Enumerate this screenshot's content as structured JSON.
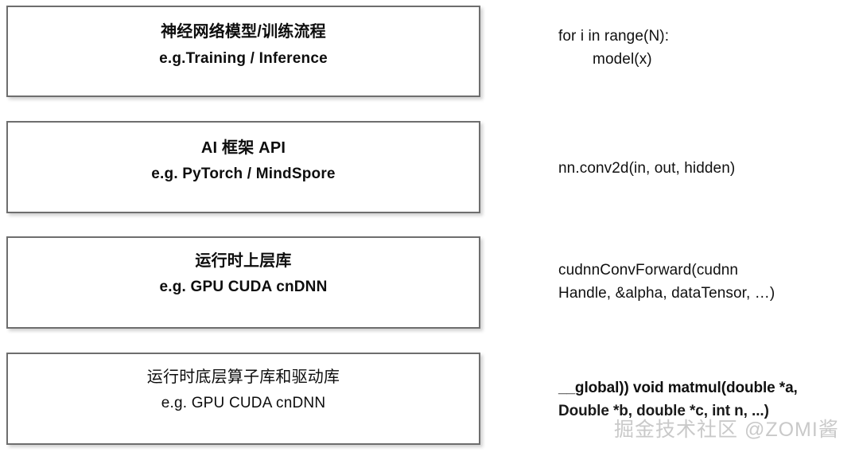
{
  "page": {
    "background_color": "#ffffff",
    "text_color": "#0d0d0d",
    "box_border_color": "#6e6e6e",
    "watermark_color": "#c9c9c9"
  },
  "layers": [
    {
      "title": "神经网络模型/训练流程",
      "subtitle": "e.g.Training / Inference",
      "emphasis": "bold",
      "code": [
        "for i in range(N):",
        "        model(x)"
      ]
    },
    {
      "title": "AI 框架 API",
      "subtitle": "e.g. PyTorch / MindSpore",
      "emphasis": "bold",
      "code": [
        "nn.conv2d(in, out, hidden)"
      ]
    },
    {
      "title": "运行时上层库",
      "subtitle": "e.g. GPU CUDA cnDNN",
      "emphasis": "bold",
      "code": [
        "cudnnConvForward(cudnn",
        "Handle, &alpha, dataTensor, …)"
      ]
    },
    {
      "title": "运行时底层算子库和驱动库",
      "subtitle": "e.g. GPU CUDA cnDNN",
      "emphasis": "regular",
      "code": [
        "__global)) void matmul(double *a,",
        "Double *b, double *c, int n, ...)"
      ]
    }
  ],
  "watermark": {
    "text": "掘金技术社区 @ZOMI酱"
  }
}
